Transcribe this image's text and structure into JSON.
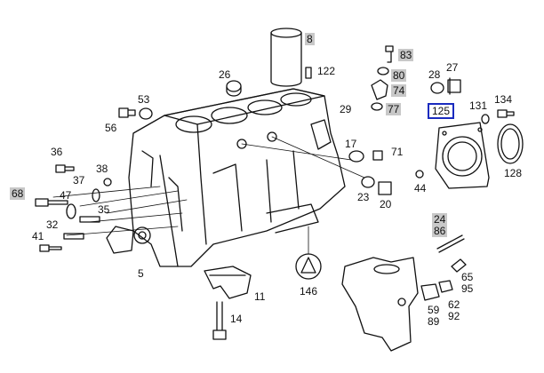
{
  "diagram": {
    "highlight_color": "#c8c8c8",
    "selected_color": "#1a2bbf",
    "labels": {
      "p8": "8",
      "p83": "83",
      "p80": "80",
      "p74": "74",
      "p77": "77",
      "p122": "122",
      "p26": "26",
      "p28": "28",
      "p27": "27",
      "p125": "125",
      "p131": "131",
      "p134": "134",
      "p128": "128",
      "p53": "53",
      "p56": "56",
      "p29": "29",
      "p17": "17",
      "p71": "71",
      "p36": "36",
      "p38": "38",
      "p37": "37",
      "p68": "68",
      "p47": "47",
      "p35": "35",
      "p32": "32",
      "p41": "41",
      "p5": "5",
      "p23": "23",
      "p20": "20",
      "p44": "44",
      "p24": "24",
      "p86": "86",
      "p65": "65",
      "p95": "95",
      "p11": "11",
      "p146": "146",
      "p14": "14",
      "p59": "59",
      "p89": "89",
      "p62": "62",
      "p92": "92"
    }
  }
}
